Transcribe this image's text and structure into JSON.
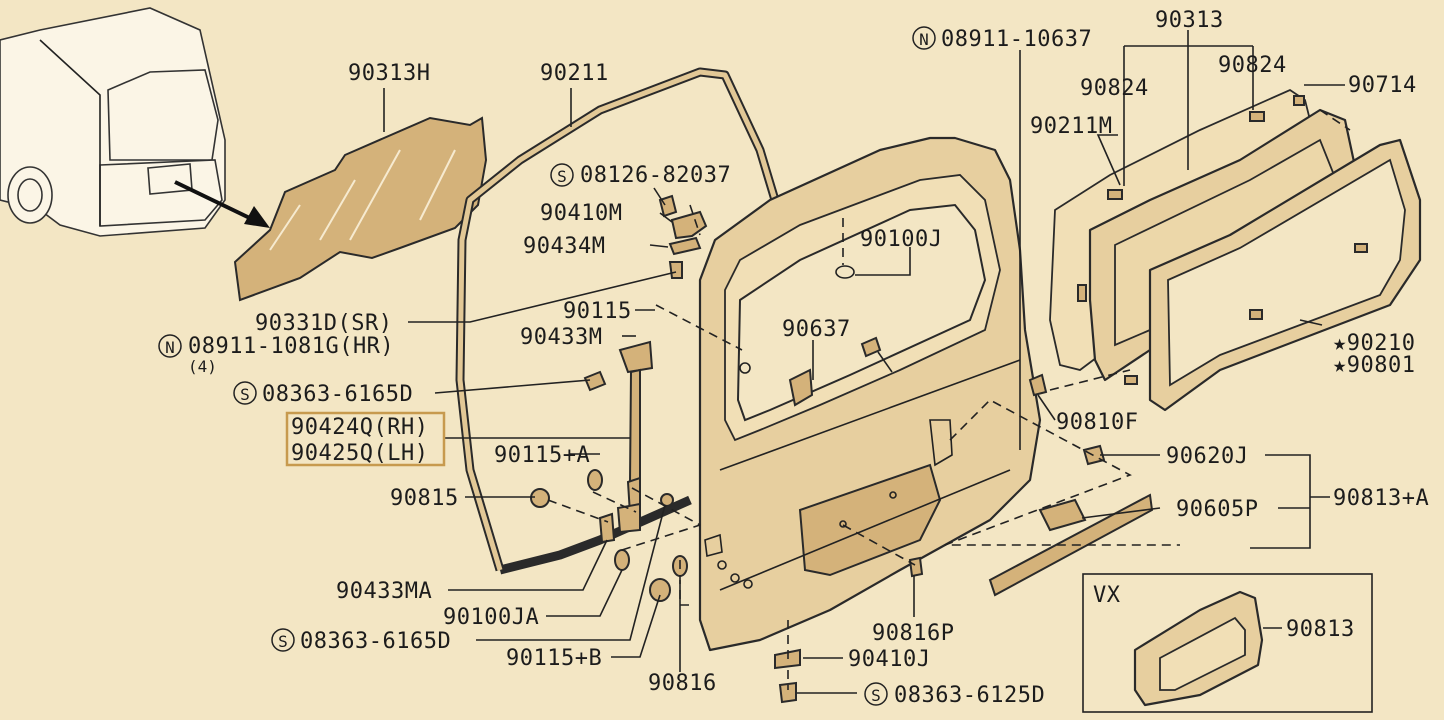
{
  "labels": {
    "l90313H": "90313H",
    "l90211": "90211",
    "l08911_10637": "08911-10637",
    "l90313": "90313",
    "l90824a": "90824",
    "l90824b": "90824",
    "l90714": "90714",
    "l90211M": "90211M",
    "l08126_82037": "08126-82037",
    "l90410M": "90410M",
    "l90434M": "90434M",
    "l90100J": "90100J",
    "l90115": "90115",
    "l90331D": "90331D(SR)",
    "l08911_1081G": "08911-1081G(HR)",
    "l_qty4": "(4)",
    "l90433M": "90433M",
    "l90637": "90637",
    "l08363_6165D_a": "08363-6165D",
    "l90424Q": "90424Q(RH)",
    "l90425Q": "90425Q(LH)",
    "l90115A": "90115+A",
    "l90815": "90815",
    "l90810F": "90810F",
    "l90210": "★90210",
    "l90801": "★90801",
    "l90620J": "90620J",
    "l90605P": "90605P",
    "l90813A": "90813+A",
    "l90433MA": "90433MA",
    "l90100JA": "90100JA",
    "l08363_6165D_b": "08363-6165D",
    "l90115B": "90115+B",
    "l90816": "90816",
    "l90816P": "90816P",
    "l90410J": "90410J",
    "l08363_6125D": "08363-6125D",
    "lVX": "VX",
    "l90813": "90813"
  },
  "symbols": {
    "nut_mark": "N",
    "screw_mark": "S"
  },
  "colors": {
    "background": "#f3e6c4",
    "part_fill": "#e7cf9f",
    "highlight_box": "#c79a4e"
  }
}
